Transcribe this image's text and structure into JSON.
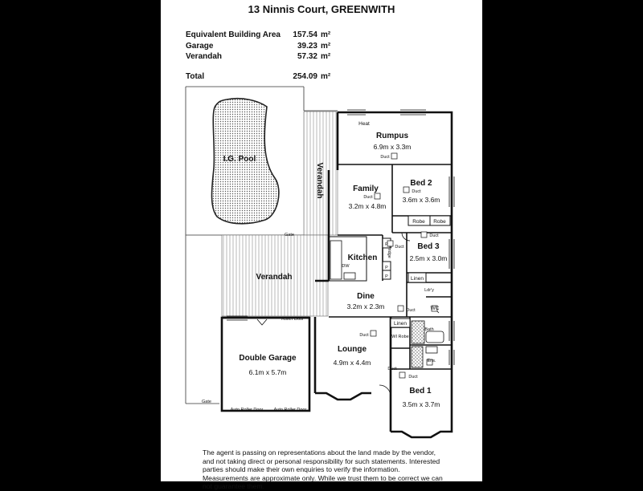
{
  "title": "13 Ninnis Court, GREENWITH",
  "areas": [
    {
      "label": "Equivalent Building Area",
      "value": "157.54",
      "unit": "m²"
    },
    {
      "label": "Garage",
      "value": "39.23",
      "unit": "m²"
    },
    {
      "label": "Verandah",
      "value": "57.32",
      "unit": "m²"
    },
    {
      "label": "Total",
      "value": "254.09",
      "unit": "m²"
    }
  ],
  "rooms": {
    "rumpus": {
      "name": "Rumpus",
      "dims": "6.9m x 3.3m"
    },
    "bed2": {
      "name": "Bed 2",
      "dims": "3.6m x 3.6m"
    },
    "family": {
      "name": "Family",
      "dims": "3.2m x 4.8m"
    },
    "bed3": {
      "name": "Bed 3",
      "dims": "2.5m x 3.0m"
    },
    "kitchen": {
      "name": "Kitchen"
    },
    "dine": {
      "name": "Dine",
      "dims": "3.2m x 2.3m"
    },
    "lounge": {
      "name": "Lounge",
      "dims": "4.9m x 4.4m"
    },
    "garage": {
      "name": "Double Garage",
      "dims": "6.1m x 5.7m"
    },
    "bed1": {
      "name": "Bed 1",
      "dims": "3.5m x 3.7m"
    },
    "pool": {
      "name": "I.G. Pool"
    },
    "verandah_main": {
      "name": "Verandah"
    },
    "verandah_side": {
      "name": "Verandah"
    }
  },
  "labels": {
    "heat": "Heat",
    "duct": "Duct",
    "robe": "Robe",
    "linen": "Linen",
    "ldry": "Ldr'y",
    "wc": "WC",
    "bath": "Bath",
    "ens": "Ens.",
    "wi_robe": "WI Robe",
    "fridge": "Fridge",
    "dw": "DW",
    "p": "P",
    "gate": "Gate",
    "roller_door": "Roller Door",
    "auto_roller_door": "Auto Roller Door"
  },
  "disclaimer": "The agent is passing on representations about the land made by the vendor, and not taking direct or personal responsibility for such statements. Interested parties should make their own enquiries to verify the information. Measurements are approximate only. While we trust them to be correct we can not guarantee them."
}
